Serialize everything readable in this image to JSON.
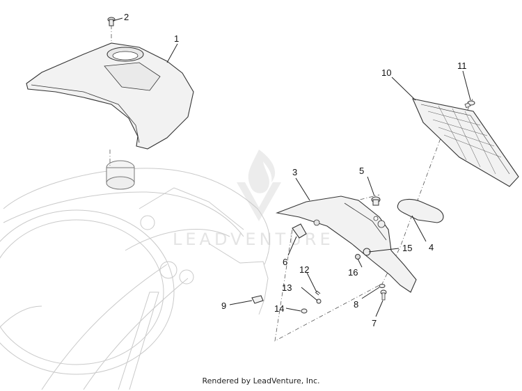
{
  "callouts": [
    {
      "id": "1",
      "label": "1"
    },
    {
      "id": "2",
      "label": "2"
    },
    {
      "id": "3",
      "label": "3"
    },
    {
      "id": "4",
      "label": "4"
    },
    {
      "id": "5",
      "label": "5"
    },
    {
      "id": "6",
      "label": "6"
    },
    {
      "id": "7",
      "label": "7"
    },
    {
      "id": "8",
      "label": "8"
    },
    {
      "id": "9",
      "label": "9"
    },
    {
      "id": "10",
      "label": "10"
    },
    {
      "id": "11",
      "label": "11"
    },
    {
      "id": "12",
      "label": "12"
    },
    {
      "id": "13",
      "label": "13"
    },
    {
      "id": "14",
      "label": "14"
    },
    {
      "id": "15",
      "label": "15"
    },
    {
      "id": "16",
      "label": "16"
    }
  ],
  "watermark": {
    "text": "LEADVENTURE"
  },
  "footer": {
    "text": "Rendered by LeadVenture, Inc."
  }
}
